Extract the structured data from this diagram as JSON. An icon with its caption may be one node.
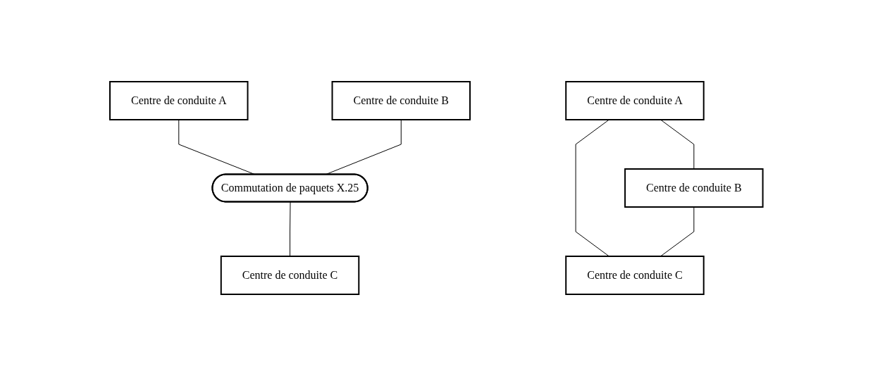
{
  "diagram": {
    "nodes": [
      {
        "text": [
          "Centre de conduite A"
        ]
      },
      {
        "text": [
          "Centre de conduite B"
        ]
      },
      {
        "text": [
          "Commutation de paquets X.25"
        ]
      },
      {
        "text": [
          "Centre de conduite C"
        ]
      },
      {
        "text": [
          "Centre de conduite A"
        ]
      },
      {
        "text": [
          "Centre de conduite B"
        ]
      },
      {
        "text": [
          "Centre de conduite C"
        ]
      }
    ],
    "edges": [
      {
        "from": 0,
        "to": 2,
        "arrow": "none"
      },
      {
        "from": 1,
        "to": 2,
        "arrow": "none"
      },
      {
        "from": 2,
        "to": 3,
        "arrow": "none"
      },
      {
        "from": 4,
        "to": 5,
        "arrow": "none"
      },
      {
        "from": 4,
        "to": 6,
        "arrow": "none"
      },
      {
        "from": 5,
        "to": 6,
        "arrow": "none"
      }
    ]
  }
}
